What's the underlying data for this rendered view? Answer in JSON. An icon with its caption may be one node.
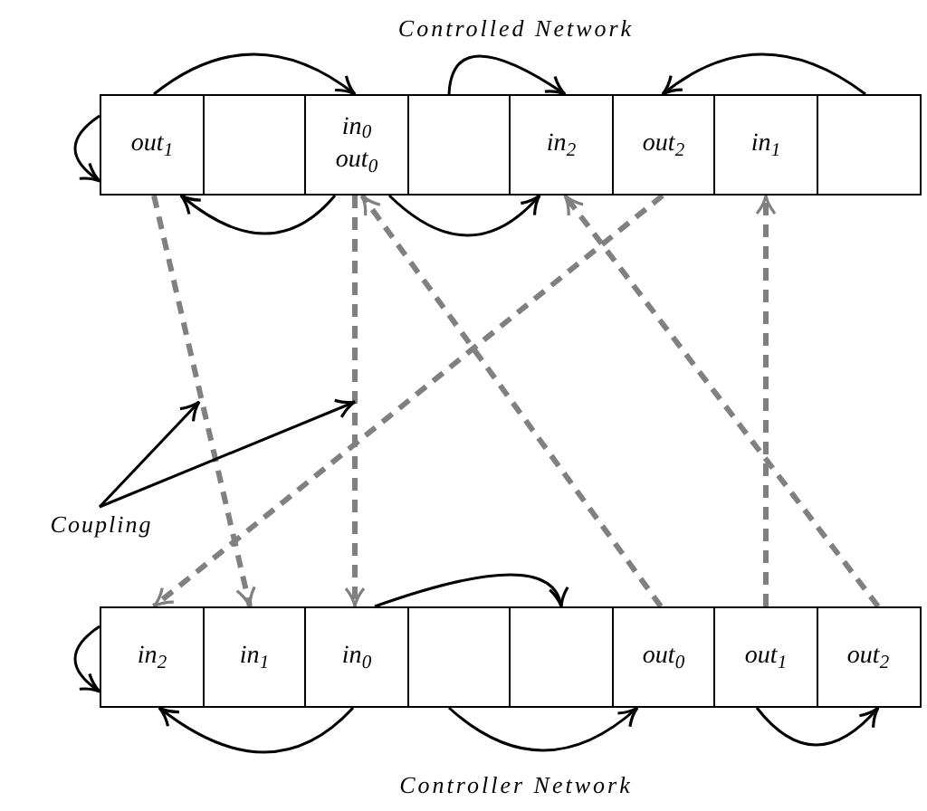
{
  "diagram": {
    "nodes": [
      {
        "text": [
          "out$_{1}$"
        ]
      },
      {
        "text": [],
        "shape": "box"
      },
      {
        "text": [
          "in$_{0}$",
          "out$_{0}$"
        ]
      },
      {
        "text": [],
        "shape": "box"
      },
      {
        "text": [
          "in$_{2}$"
        ]
      },
      {
        "text": [
          "out$_{2}$"
        ]
      },
      {
        "text": [
          "in$_{1}$"
        ]
      },
      {
        "text": [],
        "shape": "box"
      },
      {
        "text": [
          "in$_{2}$"
        ]
      },
      {
        "text": [
          "in$_{1}$"
        ]
      },
      {
        "text": [
          "in$_{0}$"
        ]
      },
      {
        "text": [],
        "shape": "box"
      },
      {
        "text": [],
        "shape": "box"
      },
      {
        "text": [
          "out$_{0}$"
        ]
      },
      {
        "text": [
          "out$_{1}$"
        ]
      },
      {
        "text": [
          "out$_{2}$"
        ]
      },
      {
        "text": [
          "Coupling"
        ]
      }
    ],
    "edges": [
      {
        "from": 0,
        "to": 0,
        "arrow": "to"
      },
      {
        "from": 0,
        "to": 2,
        "arrow": "to"
      },
      {
        "from": 3,
        "to": 4,
        "arrow": "to"
      },
      {
        "from": 7,
        "to": 5,
        "arrow": "to"
      },
      {
        "from": 2,
        "to": 0,
        "arrow": "to"
      },
      {
        "from": 2,
        "to": 4,
        "arrow": "to"
      },
      {
        "from": 8,
        "to": 8,
        "arrow": "to"
      },
      {
        "from": 10,
        "to": 12,
        "arrow": "to"
      },
      {
        "from": 10,
        "to": 8,
        "arrow": "to"
      },
      {
        "from": 11,
        "to": 13,
        "arrow": "to"
      },
      {
        "from": 14,
        "to": 15,
        "arrow": "to"
      },
      {
        "from": 0,
        "to": 9,
        "arrow": "to",
        "style": "dashed",
        "color": "#808080"
      },
      {
        "from": 2,
        "to": 10,
        "arrow": "to",
        "style": "dashed",
        "color": "#808080"
      },
      {
        "from": 5,
        "to": 8,
        "arrow": "to",
        "style": "dashed",
        "color": "#808080"
      },
      {
        "from": 13,
        "to": 2,
        "arrow": "to",
        "style": "dashed",
        "color": "#808080"
      },
      {
        "from": 14,
        "to": 6,
        "arrow": "to",
        "style": "dashed",
        "color": "#808080"
      },
      {
        "from": 15,
        "to": 4,
        "arrow": "to",
        "style": "dashed",
        "color": "#808080"
      },
      {
        "from": 16,
        "to": null,
        "arrow": "to"
      },
      {
        "from": 16,
        "to": null,
        "arrow": "to"
      }
    ],
    "labels": [
      "Controlled Network",
      "Controller Network"
    ]
  }
}
